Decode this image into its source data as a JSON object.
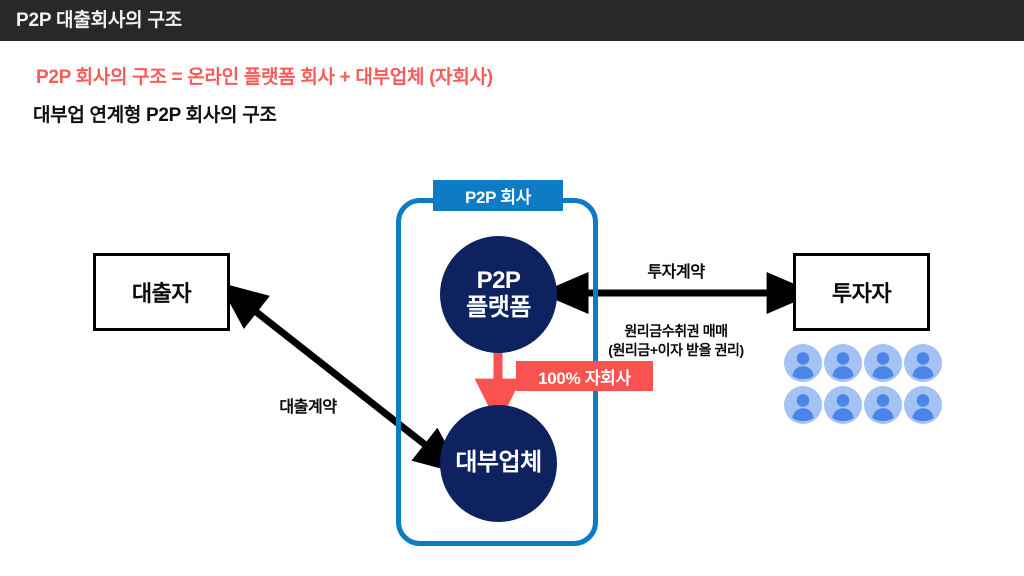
{
  "header": {
    "title": "P2P 대출회사의 구조",
    "bar_color": "#282828",
    "title_color": "#f2f2f2"
  },
  "subtitles": {
    "red_line": "P2P 회사의 구조 = 온라인 플랫폼 회사 + 대부업체 (자회사)",
    "red_color": "#fb5a58",
    "black_line": "대부업 연계형 P2P 회사의 구조",
    "black_color": "#0f0f0f"
  },
  "diagram": {
    "company_container": {
      "tab_label": "P2P 회사",
      "border_color": "#0d7cc4",
      "tab_color": "#0d7cc4"
    },
    "nodes": {
      "platform": {
        "line1": "P2P",
        "line2": "플랫폼",
        "color": "#0e2260",
        "shape": "circle"
      },
      "lending_company": {
        "line1": "대부업체",
        "color": "#0e2260",
        "shape": "circle"
      },
      "borrower": {
        "label": "대출자",
        "shape": "rectangle",
        "border_color": "#000000"
      },
      "investor": {
        "label": "투자자",
        "shape": "rectangle",
        "border_color": "#000000"
      }
    },
    "badges": {
      "subsidiary": {
        "label": "100% 자회사",
        "color": "#fa524f",
        "text_color": "#ffffff"
      }
    },
    "edges": {
      "investment_contract": "투자계약",
      "claim_trade_line1": "원리금수취권 매매",
      "claim_trade_line2": "(원리금+이자 받을 권리)",
      "loan_contract": "대출계약"
    },
    "people": {
      "icon_name": "person-icon",
      "count": 8,
      "circle_color": "#a4c2f4",
      "figure_color": "#4a86e8"
    }
  }
}
